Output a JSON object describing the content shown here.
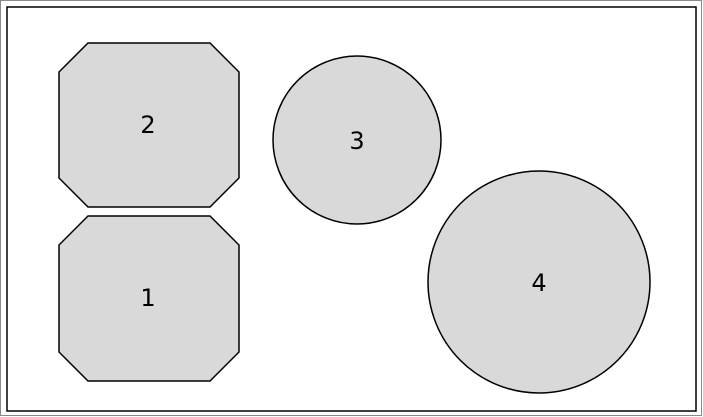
{
  "diagram": {
    "shapes": [
      {
        "id": "shape-1",
        "label": "1",
        "kind": "octagon"
      },
      {
        "id": "shape-2",
        "label": "2",
        "kind": "octagon"
      },
      {
        "id": "shape-3",
        "label": "3",
        "kind": "circle"
      },
      {
        "id": "shape-4",
        "label": "4",
        "kind": "circle"
      }
    ]
  },
  "colors": {
    "shape_fill": "#d9d9d9",
    "stroke": "#000000",
    "background": "#ffffff"
  }
}
